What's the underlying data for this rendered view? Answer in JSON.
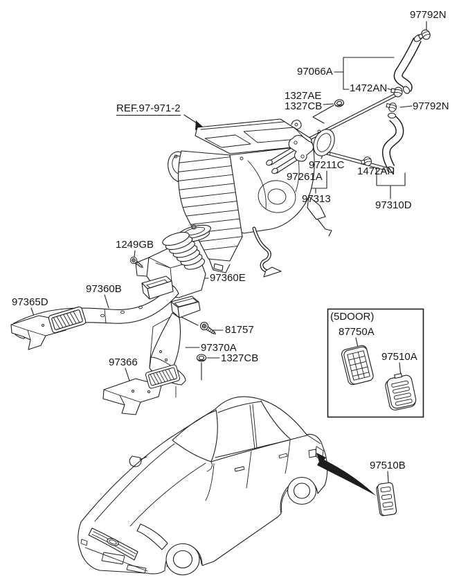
{
  "colors": {
    "line": "#1d1d1d",
    "background": "#ffffff",
    "label_text": "#151515"
  },
  "labels": {
    "clamp_top_right": "97792N",
    "hose_upper": "97066A",
    "clamp_hose_upper": "1472AN",
    "nut_upper_a": "1327AE",
    "nut_upper_b": "1327CB",
    "clamp_mid_right": "97792N",
    "heater_ref": "REF.97-971-2",
    "gasket": "97211C",
    "tube_assembly": "97261A",
    "clamp_lower": "1472AN",
    "tube_group": "97313",
    "hose_lower": "97310D",
    "screw_upper": "1249GB",
    "duct_center": "97360E",
    "duct_long": "97360B",
    "duct_front_floor": "97365D",
    "screw_lower": "81757",
    "duct_vertical": "97370A",
    "nut_lower": "1327CB",
    "duct_rear_floor": "97366",
    "five_door_title": "(5DOOR)",
    "five_door_grille": "87750A",
    "five_door_vent": "97510A",
    "rear_vent": "97510B"
  }
}
